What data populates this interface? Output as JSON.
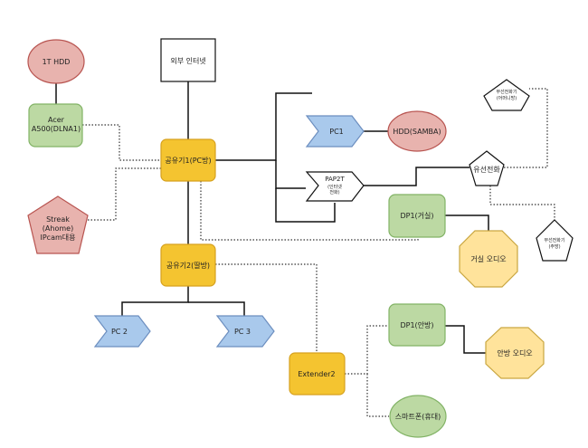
{
  "colors": {
    "red_fill": "#e8b3ae",
    "red_stroke": "#b85450",
    "green_fill": "#bcd9a3",
    "green_stroke": "#82b366",
    "yellow_fill": "#f4c430",
    "yellow_stroke": "#d6a11e",
    "blue_fill": "#a9c9ec",
    "blue_stroke": "#6c8ebf",
    "lightyellow_fill": "#ffe39b",
    "lightyellow_stroke": "#c9a640",
    "white_fill": "#ffffff",
    "line": "#111111"
  },
  "nodes": {
    "hdd1t": "1T HDD",
    "acer_line1": "Acer",
    "acer_line2": "A500(DLNA1)",
    "streak_line1": "Streak",
    "streak_line2": "(Ahome)",
    "streak_line3": "IPcam대용",
    "internet": "외부 인터넷",
    "router1": "공유기1(PC방)",
    "router2": "공유기2(딸방)",
    "pc1": "PC1",
    "hdd_samba": "HDD(SAMBA)",
    "pap2t_line1": "PAP2T",
    "pap2t_line2": "(인터넷",
    "pap2t_line3": "전화)",
    "wired_phone": "유선전화",
    "cordless_top_line1": "무선전화기",
    "cordless_top_line2": "(어머니방)",
    "cordless_bottom_line1": "무선전화기",
    "cordless_bottom_line2": "(주방)",
    "dp1_living": "DP1(거실)",
    "living_audio": "거실 오디오",
    "pc2": "PC 2",
    "pc3": "PC 3",
    "extender": "Extender2",
    "dp1_anbang": "DP1(안방)",
    "anbang_audio": "안방 오디오",
    "smartphone": "스마트폰(휴대)"
  }
}
